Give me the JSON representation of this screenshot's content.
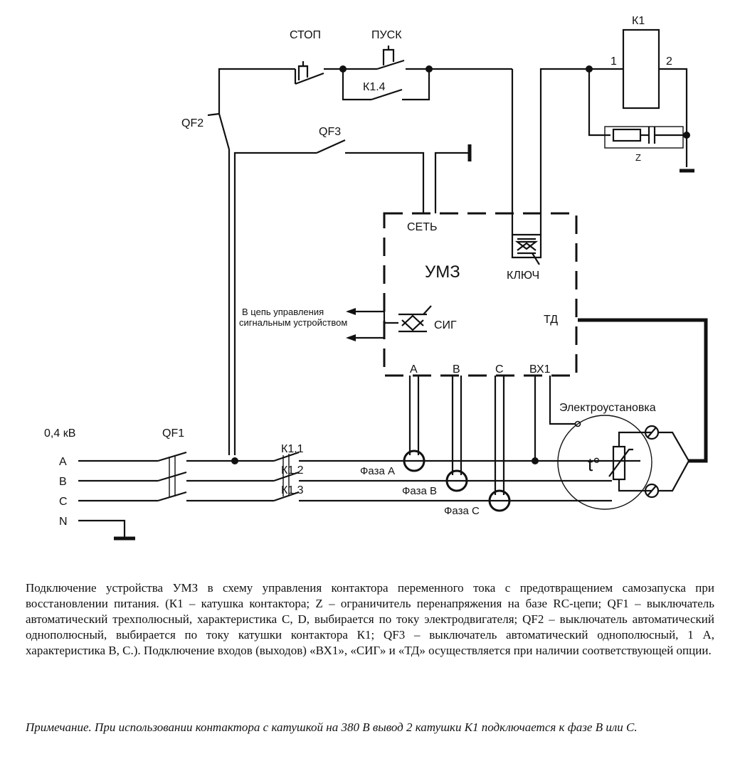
{
  "diagram": {
    "voltage_label": "0,4 кВ",
    "phase_labels": [
      "A",
      "B",
      "C",
      "N"
    ],
    "qf1": "QF1",
    "qf2": "QF2",
    "qf3": "QF3",
    "stop": "СТОП",
    "start": "ПУСК",
    "k1_4": "К1.4",
    "k1": "К1",
    "k1_pin1": "1",
    "k1_pin2": "2",
    "z": "Z",
    "k1_1": "К1.1",
    "k1_2": "К1.2",
    "k1_3": "К1.3",
    "phase_a": "Фаза А",
    "phase_b": "Фаза В",
    "phase_c": "Фаза С",
    "device": {
      "title": "УМЗ",
      "net": "СЕТЬ",
      "key": "КЛЮЧ",
      "sig": "СИГ",
      "td": "ТД",
      "in_a": "А",
      "in_b": "В",
      "in_c": "С",
      "vx1": "ВХ1"
    },
    "signal_line1": "В цепь управления",
    "signal_line2": "сигнальным устройством",
    "installation": "Электроустановка",
    "temp": "t°"
  },
  "caption": "Подключение устройства УМЗ в схему управления контактора переменного тока с предотвращением самозапуска при восстановлении питания. (К1 – катушка контактора; Z – ограничитель перенапряжения на базе RC-цепи; QF1 – выключатель автоматический трехполюсный, характеристика C, D, выбирается по току электродвигателя; QF2 – выключатель автоматический однополюсный, выбирается по току катушки контактора К1; QF3 – выключатель автоматический однополюсный, 1 А, характеристика B, C.). Подключение входов (выходов) «ВХ1», «СИГ» и «ТД» осуществляется при наличии соответствующей опции.",
  "note": "Примечание. При использовании контактора с катушкой на 380 В вывод 2 катушки К1 подключается к фазе В или С."
}
